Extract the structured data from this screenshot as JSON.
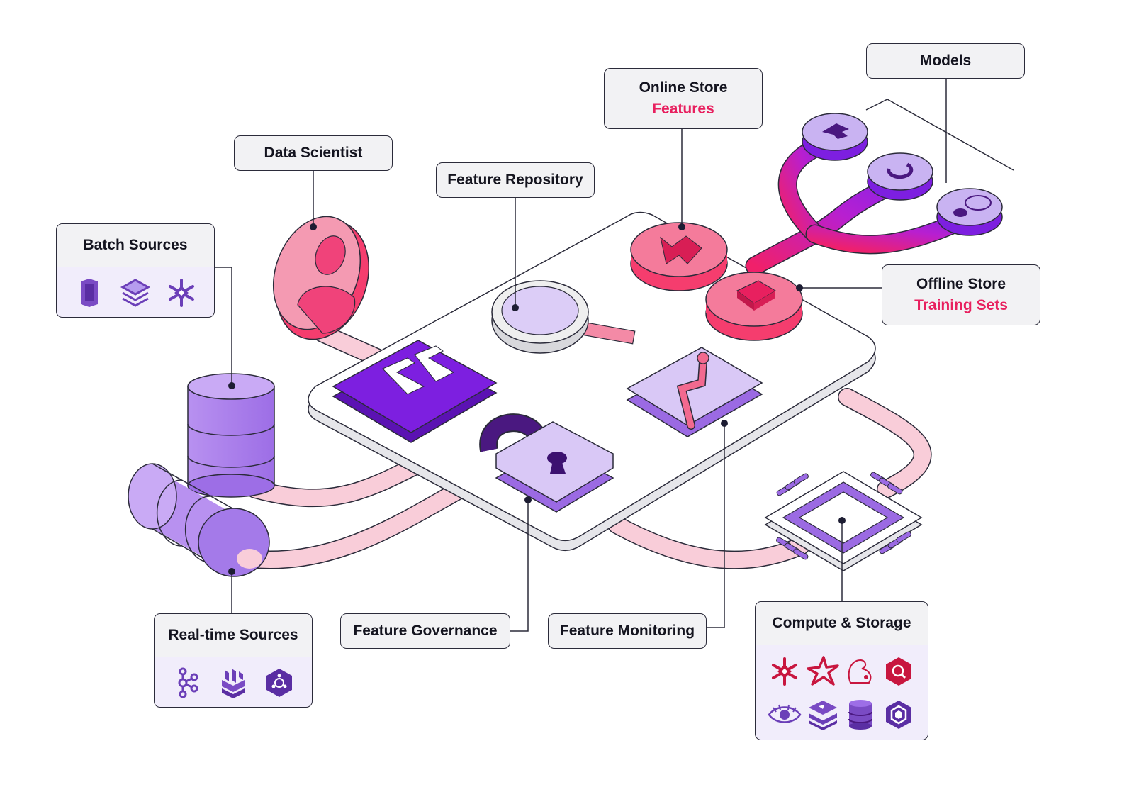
{
  "labels": {
    "models": "Models",
    "online_store": "Online Store",
    "online_store_sub": "Features",
    "data_scientist": "Data Scientist",
    "feature_repository": "Feature Repository",
    "offline_store": "Offline Store",
    "offline_store_sub": "Training Sets",
    "feature_governance": "Feature Governance",
    "feature_monitoring": "Feature Monitoring"
  },
  "batch_sources": {
    "title": "Batch Sources",
    "icons": [
      "aws-s3-icon",
      "databricks-icon",
      "snowflake-icon"
    ]
  },
  "realtime_sources": {
    "title": "Real-time Sources",
    "icons": [
      "kafka-icon",
      "kinesis-icon",
      "pubsub-icon"
    ]
  },
  "compute_storage": {
    "title": "Compute & Storage",
    "icons": [
      "snowflake-icon",
      "spark-icon",
      "squirrel-icon",
      "bigquery-icon",
      "hive-icon",
      "redis-icon",
      "dynamodb-icon",
      "bigtable-icon"
    ]
  },
  "colors": {
    "accent": "#e8205f",
    "purple": "#7d1fe0",
    "lavender": "#c9b3f2",
    "pink": "#f7c3d2",
    "dark": "#2b2b3a"
  }
}
